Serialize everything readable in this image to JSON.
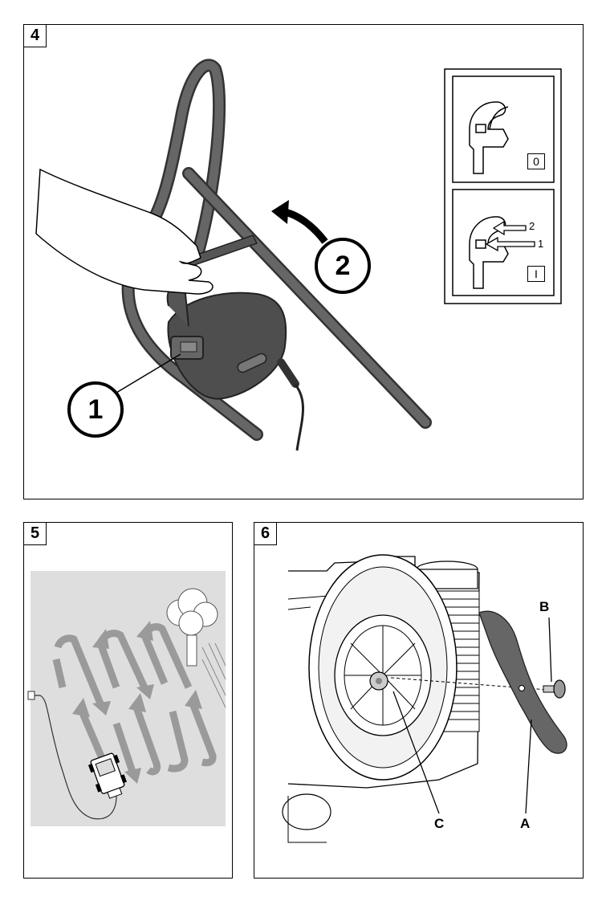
{
  "panel4": {
    "number": "4",
    "callout1": "1",
    "callout2": "2",
    "inset_top_state": "0",
    "inset_bottom_state": "I",
    "inset_arrow_upper": "2",
    "inset_arrow_lower": "1"
  },
  "panel5": {
    "number": "5"
  },
  "panel6": {
    "number": "6",
    "label_a": "A",
    "label_b": "B",
    "label_c": "C"
  },
  "colors": {
    "handle": "#555555",
    "handle_dark": "#333333",
    "lawn": "#dedede",
    "path_arrow": "#9a9a9a",
    "blade": "#666666"
  }
}
